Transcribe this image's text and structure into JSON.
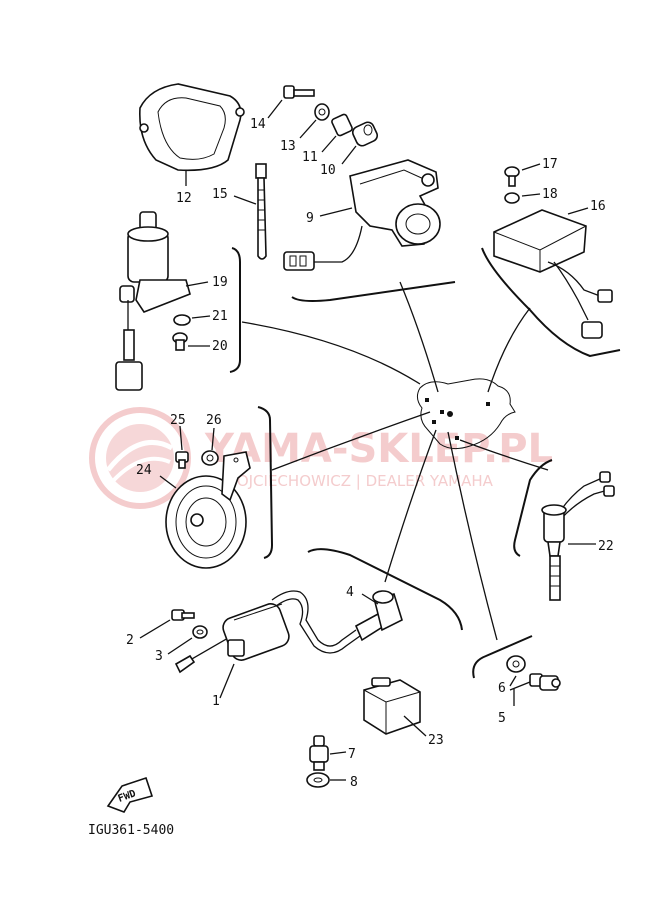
{
  "watermark": {
    "title": "YAMA-SKLEP.PL",
    "subtitle": "WOJCIECHOWICZ | DEALER YAMAHA",
    "color": "#f3c7c8"
  },
  "fwd_label": "FWD",
  "diagram_code": "IGU361-5400",
  "callouts": [
    "1",
    "2",
    "3",
    "4",
    "5",
    "6",
    "7",
    "8",
    "9",
    "10",
    "11",
    "12",
    "13",
    "14",
    "15",
    "16",
    "17",
    "18",
    "19",
    "20",
    "21",
    "22",
    "23",
    "24",
    "25",
    "26"
  ]
}
